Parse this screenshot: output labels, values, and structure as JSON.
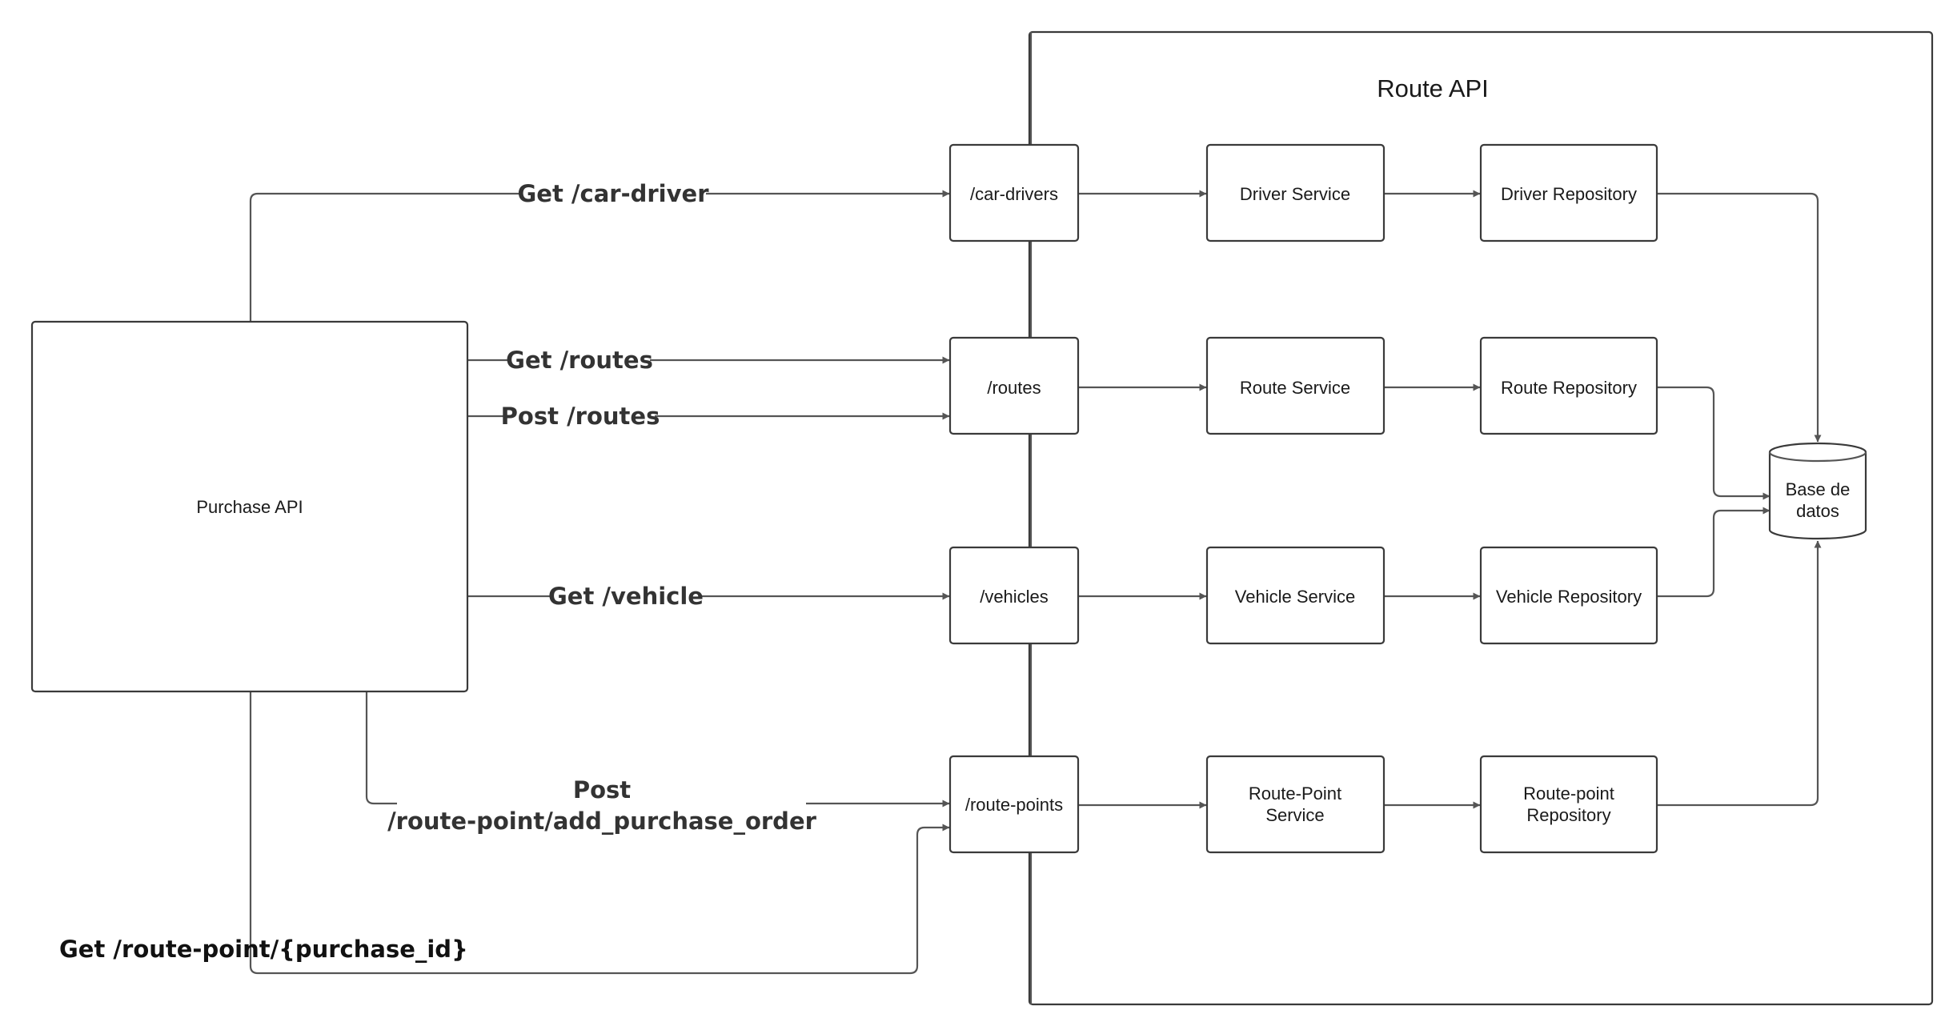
{
  "container": {
    "title": "Route API"
  },
  "client": {
    "label": "Purchase API"
  },
  "controllers": {
    "car_drivers": "/car-drivers",
    "routes": "/routes",
    "vehicles": "/vehicles",
    "route_points": "/route-points"
  },
  "services": {
    "driver": "Driver Service",
    "route": "Route Service",
    "vehicle": "Vehicle Service",
    "route_point": [
      "Route-Point",
      "Service"
    ]
  },
  "repositories": {
    "driver": "Driver Repository",
    "route": "Route Repository",
    "vehicle": "Vehicle Repository",
    "route_point": [
      "Route-point",
      "Repository"
    ]
  },
  "database": {
    "label": [
      "Base de",
      "datos"
    ]
  },
  "edges": {
    "get_car_driver": "Get /car-driver",
    "get_routes": "Get /routes",
    "post_routes": "Post /routes",
    "get_vehicle": "Get /vehicle",
    "post_route_point": [
      "Post",
      "/route-point/add_purchase_order"
    ],
    "get_route_point": "Get /route-point/{purchase_id}"
  }
}
